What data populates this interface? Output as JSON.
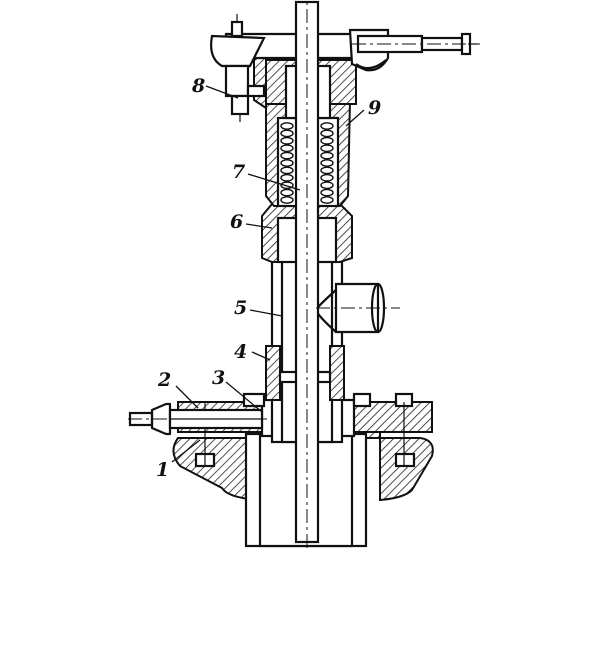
{
  "figure": {
    "labels": [
      {
        "id": "label-1",
        "text": "1"
      },
      {
        "id": "label-2",
        "text": "2"
      },
      {
        "id": "label-3",
        "text": "3"
      },
      {
        "id": "label-4",
        "text": "4"
      },
      {
        "id": "label-5",
        "text": "5"
      },
      {
        "id": "label-6",
        "text": "6"
      },
      {
        "id": "label-7",
        "text": "7"
      },
      {
        "id": "label-8",
        "text": "8"
      },
      {
        "id": "label-9",
        "text": "9"
      }
    ]
  }
}
